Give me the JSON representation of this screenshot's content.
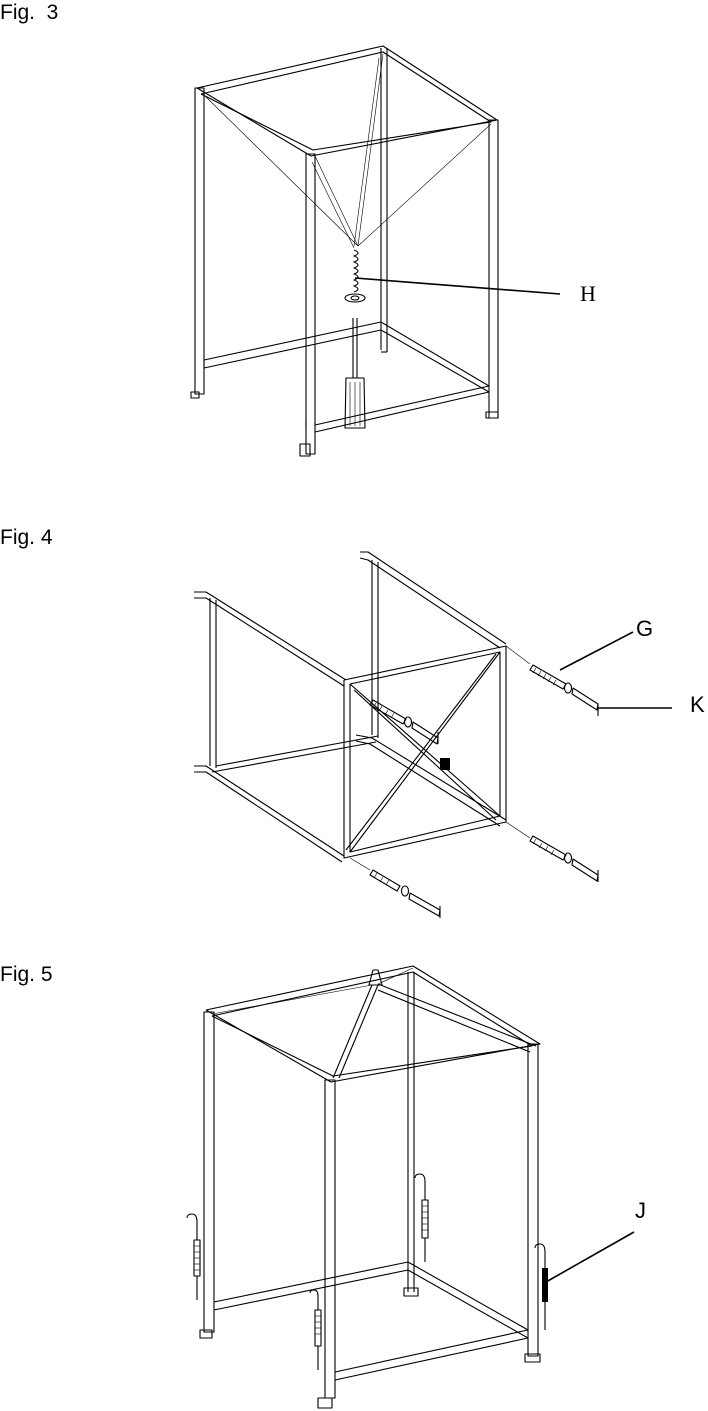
{
  "figures": [
    {
      "label": "Fig.  3",
      "callouts": [
        "H"
      ]
    },
    {
      "label": "Fig. 4",
      "callouts": [
        "G",
        "K"
      ]
    },
    {
      "label": "Fig. 5",
      "callouts": [
        "J"
      ]
    }
  ]
}
